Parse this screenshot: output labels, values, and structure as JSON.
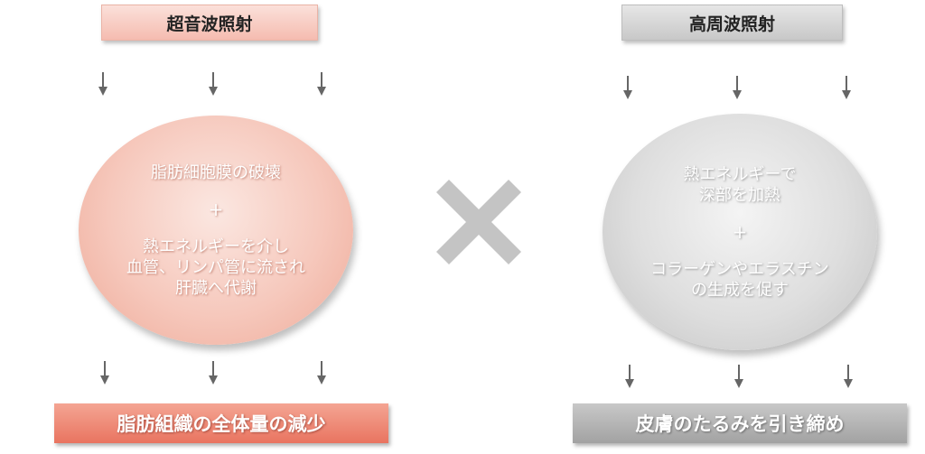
{
  "ultrasound": {
    "title": "超音波照射",
    "circle": {
      "line1": "脂肪細胞膜の破壊",
      "plus": "+",
      "line2": "熱エネルギーを介し",
      "line3": "血管、リンパ管に流され",
      "line4": "肝臓へ代謝"
    },
    "result": "脂肪組織の全体量の減少"
  },
  "radiofrequency": {
    "title": "高周波照射",
    "circle": {
      "line1": "熱エネルギーで",
      "line2": "深部を加熱",
      "plus": "+",
      "line3": "コラーゲンやエラスチン",
      "line4": "の生成を促す"
    },
    "result": "皮膚のたるみを引き締め"
  },
  "colors": {
    "arrow": "#666666",
    "cross": "#c4c4c4",
    "ultrasound_accent": "#e97460",
    "radiofrequency_accent": "#a2a2a2"
  },
  "icons": {
    "combine": "cross-icon",
    "flow": "arrow-down-icon"
  }
}
